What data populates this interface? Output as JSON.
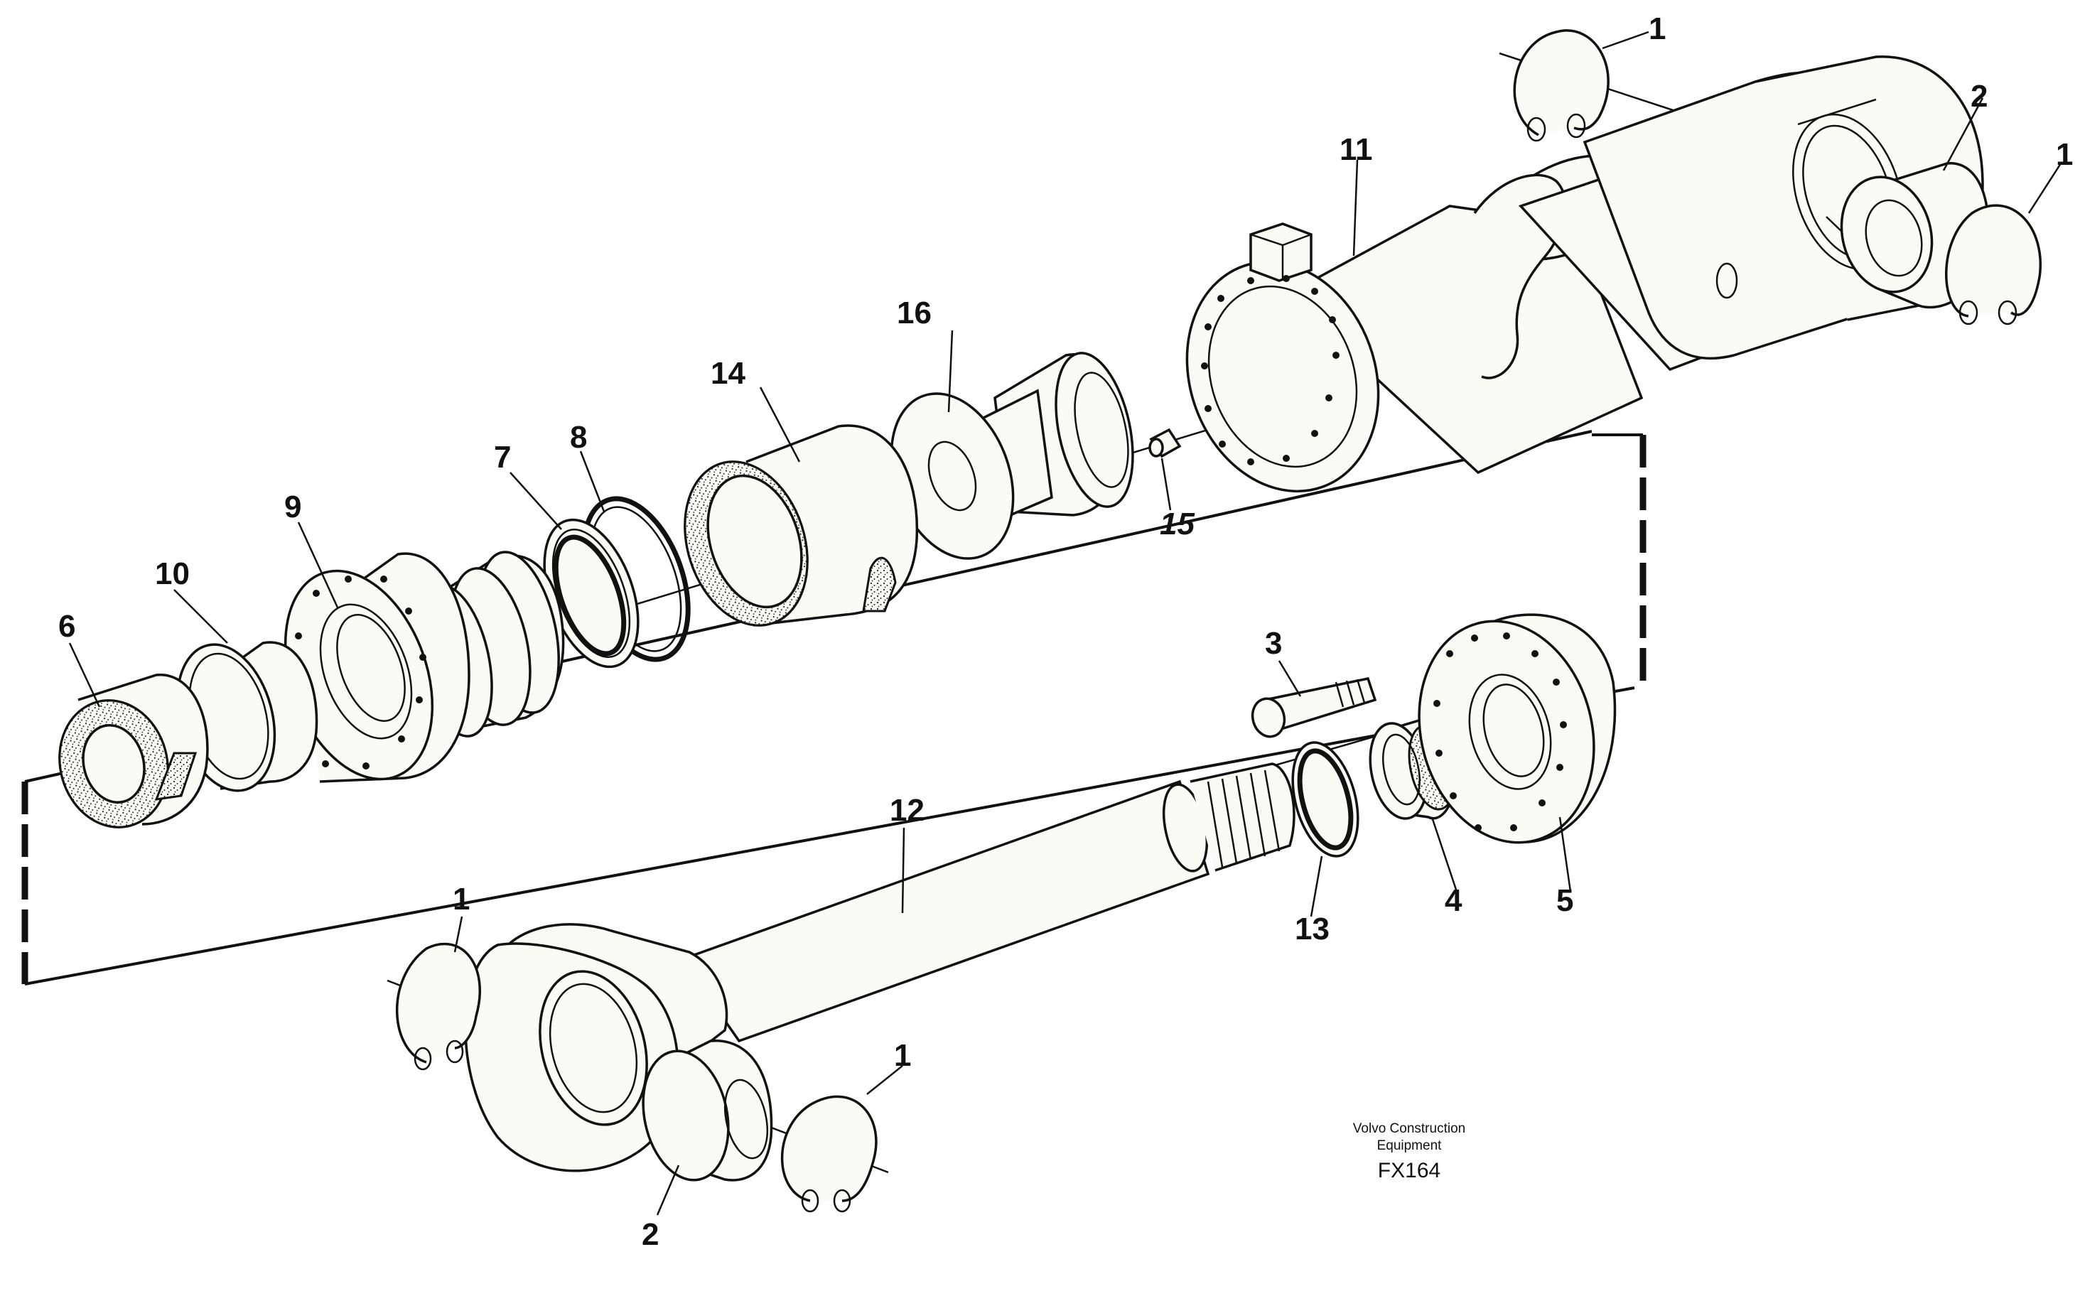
{
  "callouts": [
    "1",
    "1",
    "1",
    "1",
    "2",
    "2",
    "3",
    "4",
    "5",
    "6",
    "7",
    "8",
    "9",
    "10",
    "11",
    "12",
    "13",
    "14",
    "15",
    "16"
  ],
  "caption": {
    "line1": "Volvo Construction",
    "line2": "Equipment",
    "code": "FX164"
  }
}
